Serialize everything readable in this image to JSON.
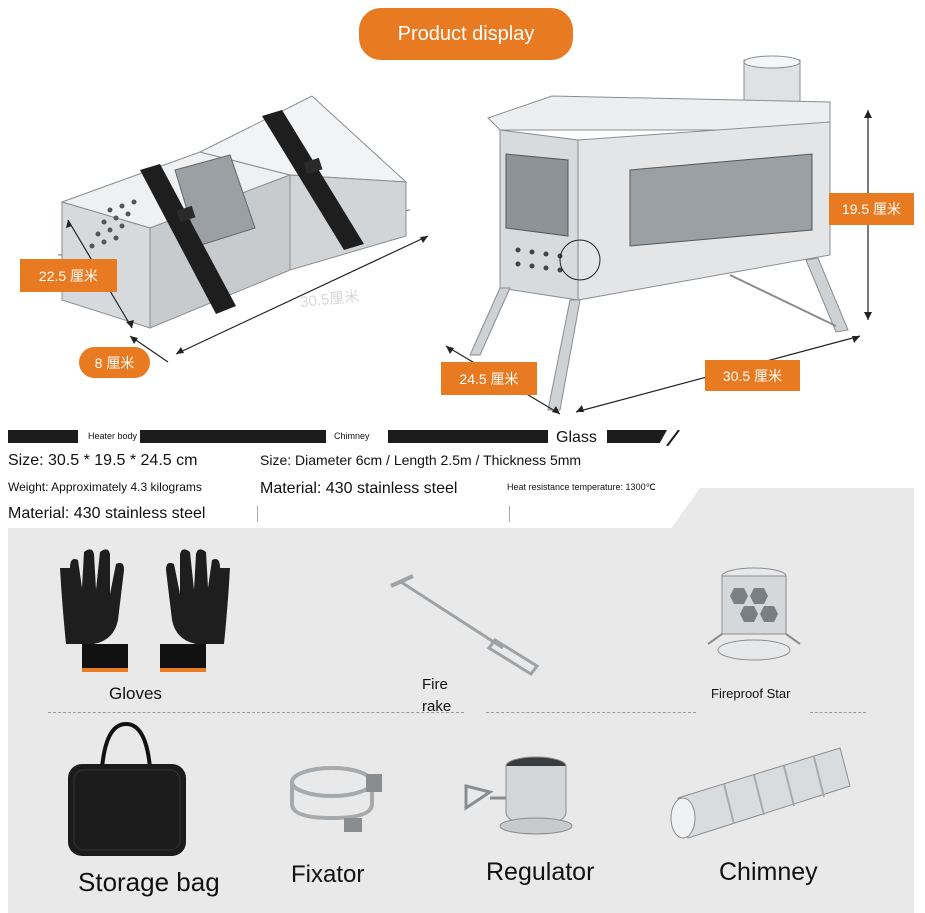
{
  "header": {
    "title": "Product display"
  },
  "folded_view": {
    "dim_length": "30.5厘米",
    "dim_height": "22.5 厘米",
    "dim_thickness": "8 厘米"
  },
  "stove_view": {
    "dim_height": "19.5 厘米",
    "dim_depth": "24.5 厘米",
    "dim_length": "30.5 厘米"
  },
  "specs": {
    "heater": {
      "header": "Heater body",
      "size": "Size: 30.5 * 19.5 * 24.5 cm",
      "weight": "Weight: Approximately 4.3 kilograms",
      "material": "Material: 430 stainless steel"
    },
    "chimney": {
      "header": "Chimney",
      "size": "Size: Diameter 6cm / Length 2.5m / Thickness 5mm",
      "material": "Material: 430 stainless steel"
    },
    "glass": {
      "header": "Glass",
      "heat": "Heat resistance temperature: 1300℃"
    }
  },
  "accessories": {
    "gloves": "Gloves",
    "fire_rake_line1": "Fire",
    "fire_rake_line2": "rake",
    "fireproof_star": "Fireproof Star",
    "storage_bag": "Storage bag",
    "fixator": "Fixator",
    "regulator": "Regulator",
    "chimney": "Chimney"
  },
  "colors": {
    "accent": "#e87a22",
    "panel": "#e9e9e9",
    "steel": "#cfd2d4"
  },
  "icons": [
    "gloves-icon",
    "fire-rake-icon",
    "fireproof-star-icon",
    "storage-bag-icon",
    "fixator-icon",
    "regulator-icon",
    "chimney-icon"
  ]
}
